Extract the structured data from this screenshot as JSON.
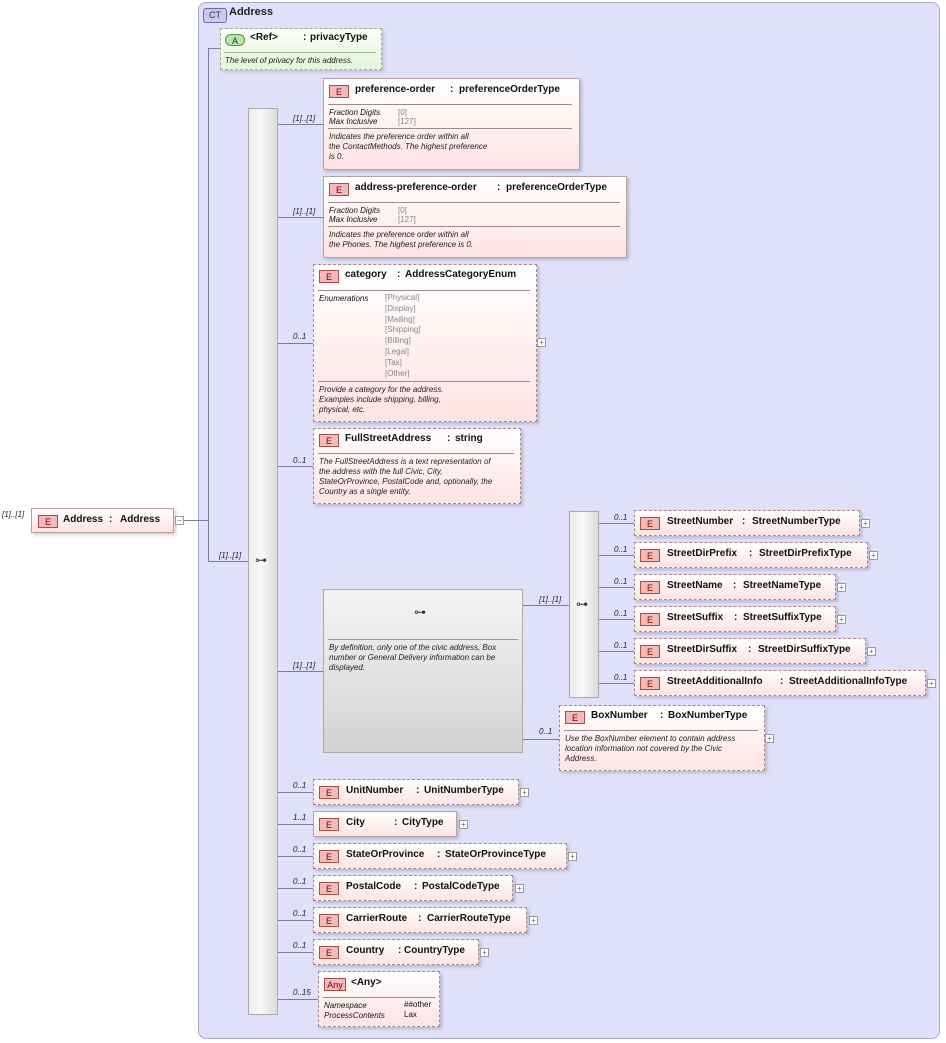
{
  "complex_type": {
    "badge": "CT",
    "title": "Address"
  },
  "root": {
    "cardinality": "[1]..[1]",
    "badge": "E",
    "name": "Address",
    "sep": ":",
    "type": "Address",
    "expander": "−"
  },
  "attribute": {
    "badge": "A",
    "name": "<Ref>",
    "sep": ":",
    "type": "privacyType",
    "doc": "The level of privacy for this address."
  },
  "sequence_card": "[1]..[1]",
  "elements": {
    "pref": {
      "card": "[1]..[1]",
      "badge": "E",
      "name": "preference-order",
      "sep": ":",
      "type": "preferenceOrderType",
      "facets": [
        {
          "label": "Fraction Digits",
          "value": "[0]"
        },
        {
          "label": "Max Inclusive",
          "value": "[127]"
        }
      ],
      "doc": [
        "Indicates the preference order within all",
        "the ContactMethods. The highest preference",
        "is 0."
      ]
    },
    "addrpref": {
      "card": "[1]..[1]",
      "badge": "E",
      "name": "address-preference-order",
      "sep": ":",
      "type": "preferenceOrderType",
      "facets": [
        {
          "label": "Fraction Digits",
          "value": "[0]"
        },
        {
          "label": "Max Inclusive",
          "value": "[127]"
        }
      ],
      "doc": [
        "Indicates the preference order within all",
        "the Phones. The highest preference is 0."
      ]
    },
    "category": {
      "card": "0..1",
      "badge": "E",
      "name": "category",
      "sep": ":",
      "type": "AddressCategoryEnum",
      "enum_label": "Enumerations",
      "enums": [
        "[Physical]",
        "[Display]",
        "[Mailing]",
        "[Shipping]",
        "[Billing]",
        "[Legal]",
        "[Tax]",
        "[Other]"
      ],
      "doc": [
        "Provide a category for the address.",
        "Examples include shipping, billing,",
        "physical, etc."
      ],
      "expander": "+"
    },
    "fullstreet": {
      "card": "0..1",
      "badge": "E",
      "name": "FullStreetAddress",
      "sep": ":",
      "type": "string",
      "doc": [
        "The FullStreetAddress is a text representation of",
        "the address with the full Civic, City,",
        "StateOrProvince, PostalCode and, optionally, the",
        "Country as a single entity."
      ]
    },
    "choice": {
      "card": "[1]..[1]",
      "doc": [
        "By definition, only one of the civic address, Box",
        "number or General Delivery information can be",
        "displayed."
      ]
    },
    "inner_seq_card": "[1]..[1]",
    "streetnumber": {
      "card": "0..1",
      "badge": "E",
      "name": "StreetNumber",
      "sep": ":",
      "type": "StreetNumberType",
      "expander": "+"
    },
    "streetdirprefix": {
      "card": "0..1",
      "badge": "E",
      "name": "StreetDirPrefix",
      "sep": ":",
      "type": "StreetDirPrefixType",
      "expander": "+"
    },
    "streetname": {
      "card": "0..1",
      "badge": "E",
      "name": "StreetName",
      "sep": ":",
      "type": "StreetNameType",
      "expander": "+"
    },
    "streetsuffix": {
      "card": "0..1",
      "badge": "E",
      "name": "StreetSuffix",
      "sep": ":",
      "type": "StreetSuffixType",
      "expander": "+"
    },
    "streetdirsuffix": {
      "card": "0..1",
      "badge": "E",
      "name": "StreetDirSuffix",
      "sep": ":",
      "type": "StreetDirSuffixType",
      "expander": "+"
    },
    "streetadditional": {
      "card": "0..1",
      "badge": "E",
      "name": "StreetAdditionalInfo",
      "sep": ":",
      "type": "StreetAdditionalInfoType",
      "expander": "+"
    },
    "boxnumber": {
      "card": "0..1",
      "badge": "E",
      "name": "BoxNumber",
      "sep": ":",
      "type": "BoxNumberType",
      "expander": "+",
      "doc": [
        "Use the BoxNumber element to contain address",
        "location information not covered by the Civic",
        "Address."
      ]
    },
    "unitnumber": {
      "card": "0..1",
      "badge": "E",
      "name": "UnitNumber",
      "sep": ":",
      "type": "UnitNumberType",
      "expander": "+"
    },
    "city": {
      "card": "1..1",
      "badge": "E",
      "name": "City",
      "sep": ":",
      "type": "CityType",
      "expander": "+"
    },
    "state": {
      "card": "0..1",
      "badge": "E",
      "name": "StateOrProvince",
      "sep": ":",
      "type": "StateOrProvinceType",
      "expander": "+"
    },
    "postal": {
      "card": "0..1",
      "badge": "E",
      "name": "PostalCode",
      "sep": ":",
      "type": "PostalCodeType",
      "expander": "+"
    },
    "carrier": {
      "card": "0..1",
      "badge": "E",
      "name": "CarrierRoute",
      "sep": ":",
      "type": "CarrierRouteType",
      "expander": "+"
    },
    "country": {
      "card": "0..1",
      "badge": "E",
      "name": "Country",
      "sep": ":",
      "type": "CountryType",
      "expander": "+"
    },
    "any": {
      "card": "0..15",
      "badge": "Any",
      "name": "<Any>",
      "props": [
        {
          "label": "Namespace",
          "value": "##other"
        },
        {
          "label": "ProcessContents",
          "value": "Lax"
        }
      ]
    }
  }
}
